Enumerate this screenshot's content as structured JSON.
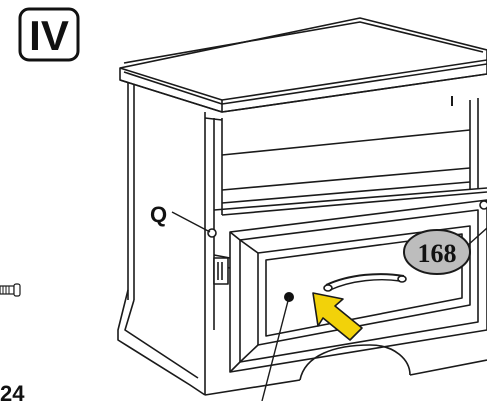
{
  "step": {
    "label": "IV"
  },
  "callout": {
    "label": "Q"
  },
  "badge": {
    "label": "168"
  },
  "part_number": {
    "label": "24"
  },
  "colors": {
    "line": "#1a1a1a",
    "arrow": "#f2d20a",
    "badge_fill": "#bdbdbd"
  },
  "icons": [
    "screw-icon",
    "push-arrow-icon"
  ]
}
